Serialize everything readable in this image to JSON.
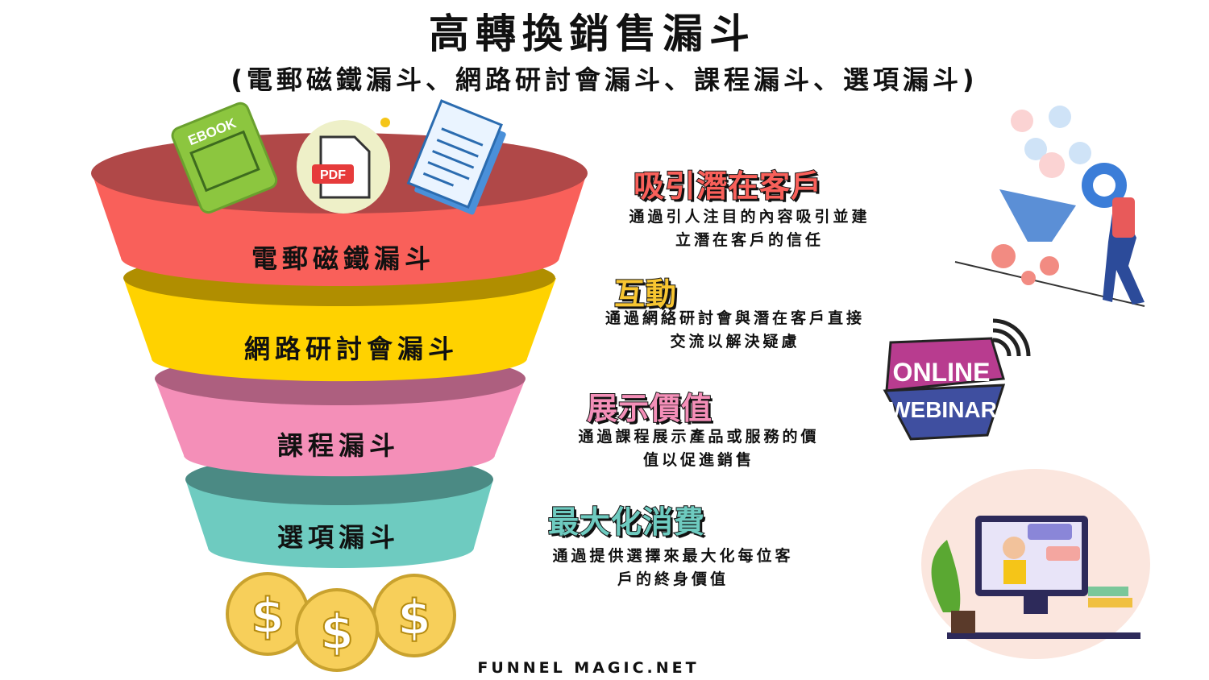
{
  "header": {
    "title": "高轉換銷售漏斗",
    "subtitle": "(電郵磁鐵漏斗、網路研討會漏斗、課程漏斗、選項漏斗)"
  },
  "funnel": {
    "layers": [
      {
        "label": "電郵磁鐵漏斗",
        "color": "#f9605a",
        "top_color": "#b04848"
      },
      {
        "label": "網路研討會漏斗",
        "color": "#ffd200",
        "top_color": "#b08e00"
      },
      {
        "label": "課程漏斗",
        "color": "#f48fb8",
        "top_color": "#ad5f7f"
      },
      {
        "label": "選項漏斗",
        "color": "#6ecbc0",
        "top_color": "#4b8a84"
      }
    ],
    "top_icons": {
      "ebook": "EBOOK",
      "pdf": "PDF"
    },
    "coin_symbol": "$"
  },
  "stages": [
    {
      "title": "吸引潛在客戶",
      "color": "#f9605a",
      "desc_line1": "通過引人注目的內容吸引並建",
      "desc_line2": "立潛在客戶的信任"
    },
    {
      "title": "互動",
      "color": "#f7c531",
      "desc_line1": "通過網絡研討會與潛在客戶直接",
      "desc_line2": "交流以解決疑慮"
    },
    {
      "title": "展示價值",
      "color": "#f48fb8",
      "desc_line1": "通過課程展示產品或服務的價",
      "desc_line2": "值以促進銷售"
    },
    {
      "title": "最大化消費",
      "color": "#6ecbc0",
      "desc_line1": "通過提供選擇來最大化每位客",
      "desc_line2": "戶的終身價值"
    }
  ],
  "webinar_badge": {
    "line1": "ONLINE",
    "line2": "WEBINAR"
  },
  "footer": "FUNNEL MAGIC.NET"
}
